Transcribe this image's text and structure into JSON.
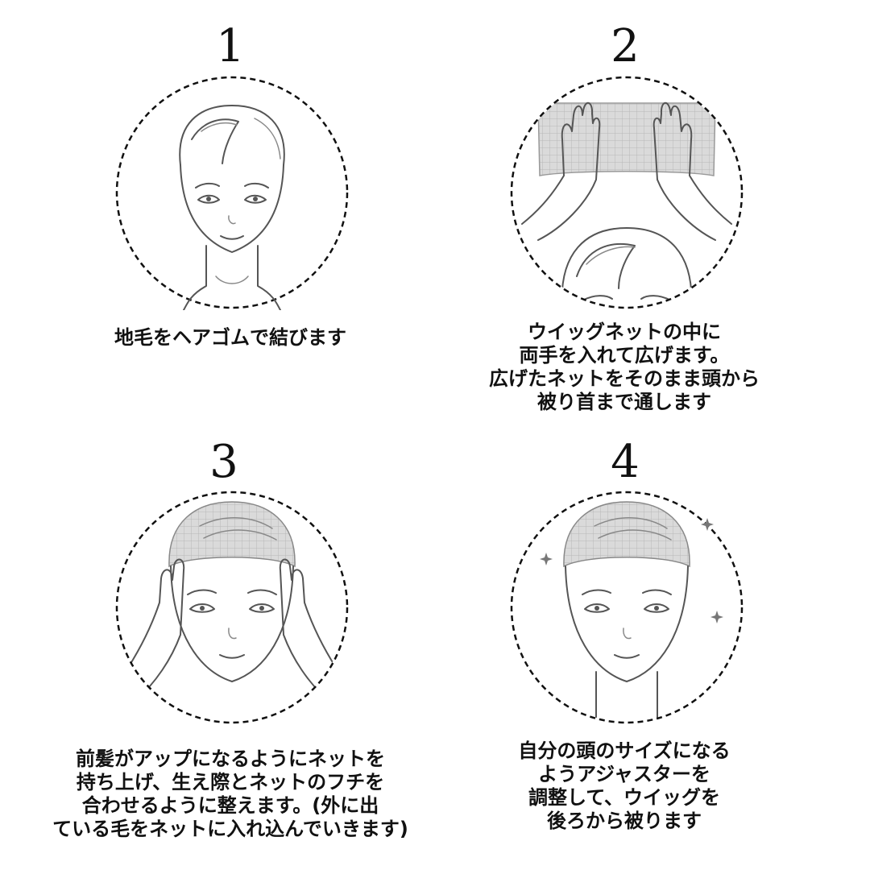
{
  "steps": [
    {
      "number": "1",
      "caption": [
        "地毛をヘアゴムで結びます"
      ]
    },
    {
      "number": "2",
      "caption": [
        "ウイッグネットの中に",
        "両手を入れて広げます。",
        "広げたネットをそのまま頭から",
        "被り首まで通します"
      ]
    },
    {
      "number": "3",
      "caption": [
        "前髪がアップになるようにネットを",
        "持ち上げ、生え際とネットのフチを",
        "合わせるように整えます。(外に出",
        "ている毛をネットに入れ込んでいきます)"
      ]
    },
    {
      "number": "4",
      "caption": [
        "自分の頭のサイズになる",
        "ようアジャスターを",
        "調整して、ウイッグを",
        "後ろから被ります"
      ]
    }
  ],
  "colors": {
    "line_art": "#555555",
    "net_fill": "#d9d9d9",
    "dashed_circle": "#111111"
  }
}
